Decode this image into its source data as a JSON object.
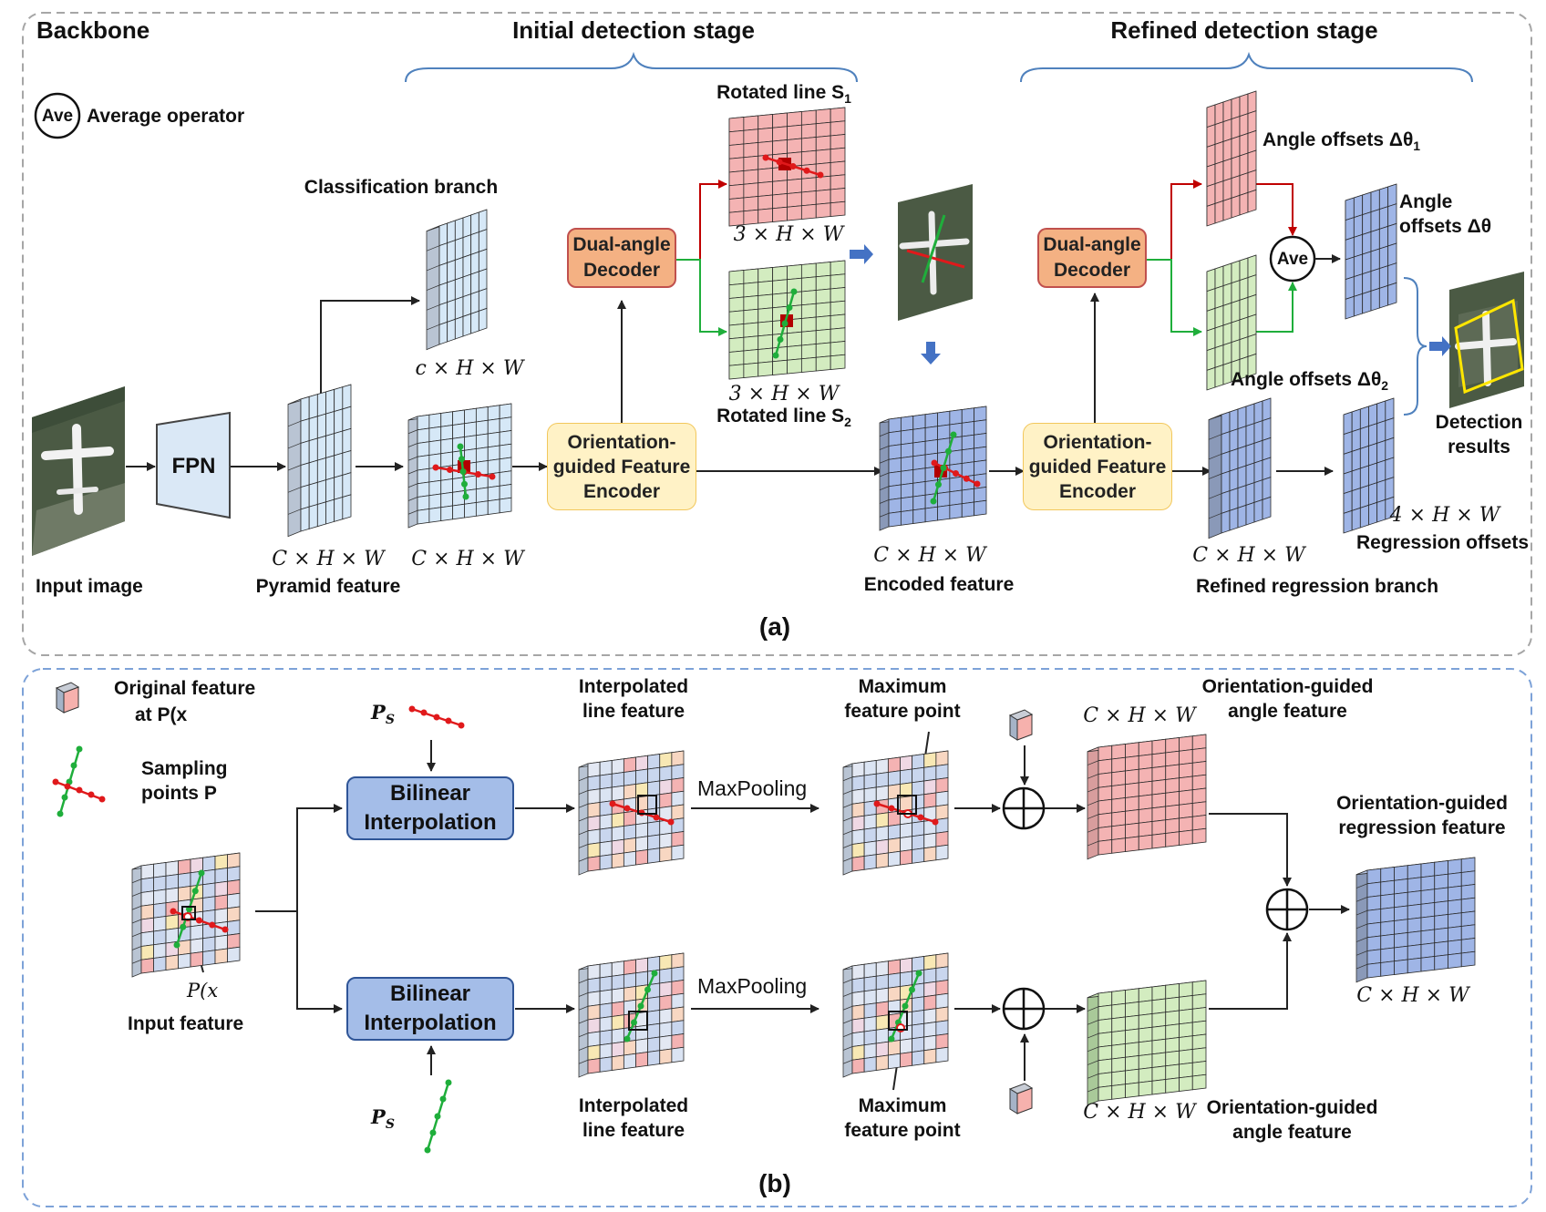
{
  "panel_a": {
    "title_backbone": "Backbone",
    "title_initial": "Initial detection stage",
    "title_refined": "Refined detection stage",
    "ave_symbol": "Ave",
    "ave_legend": "Average operator",
    "fpn": "FPN",
    "input_image": "Input image",
    "pyramid_feature": "Pyramid feature",
    "classification_branch": "Classification branch",
    "dim_c": "c × H × W",
    "dim_C": "C × H × W",
    "dim_3": "3 × H × W",
    "dim_4": "4 × H × W",
    "rotated_line_s1": "Rotated line S",
    "s1_sub": "1",
    "rotated_line_s2": "Rotated line S",
    "s2_sub": "2",
    "dual_angle_decoder": "Dual-angle Decoder",
    "encoder": "Orientation-guided Feature Encoder",
    "encoded_feature": "Encoded feature",
    "angle_offsets_1": "Angle offsets Δθ",
    "angle_offsets_1_sub": "1",
    "angle_offsets_2": "Angle offsets Δθ",
    "angle_offsets_2_sub": "2",
    "angle_offsets": "Angle offsets Δθ",
    "detection_results": "Detection results",
    "regression_offsets": "Regression offsets",
    "refined_regression_branch": "Refined regression branch",
    "panel_label": "(a)"
  },
  "panel_b": {
    "original_feature": "Original feature",
    "original_feature_at": "at P(x",
    "sampling_points": "Sampling points P",
    "ps": "P",
    "ps_sub": "S",
    "bilinear": "Bilinear Interpolation",
    "interpolated_line_feature": "Interpolated line feature",
    "maxpooling": "MaxPooling",
    "maximum_feature_point": "Maximum feature point",
    "dim_C": "C × H × W",
    "orientation_guided_angle_feature": "Orientation-guided angle feature",
    "orientation_guided_regression_feature": "Orientation-guided regression feature",
    "input_feature": "Input feature",
    "p_xy": "P(x",
    "panel_label": "(b)"
  },
  "colors": {
    "blue_feature": "#d6e8f7",
    "dark_blue_feature": "#9fb5e6",
    "pink_feature": "#f4b3b3",
    "green_feature": "#d3ecc0",
    "red_line": "#e0191b",
    "green_line": "#1fae3b",
    "arrow_blue": "#4472c4",
    "bracket_blue": "#4f81bd",
    "dash_gray": "#a6a6a6",
    "dash_blue": "#7da2d8"
  }
}
